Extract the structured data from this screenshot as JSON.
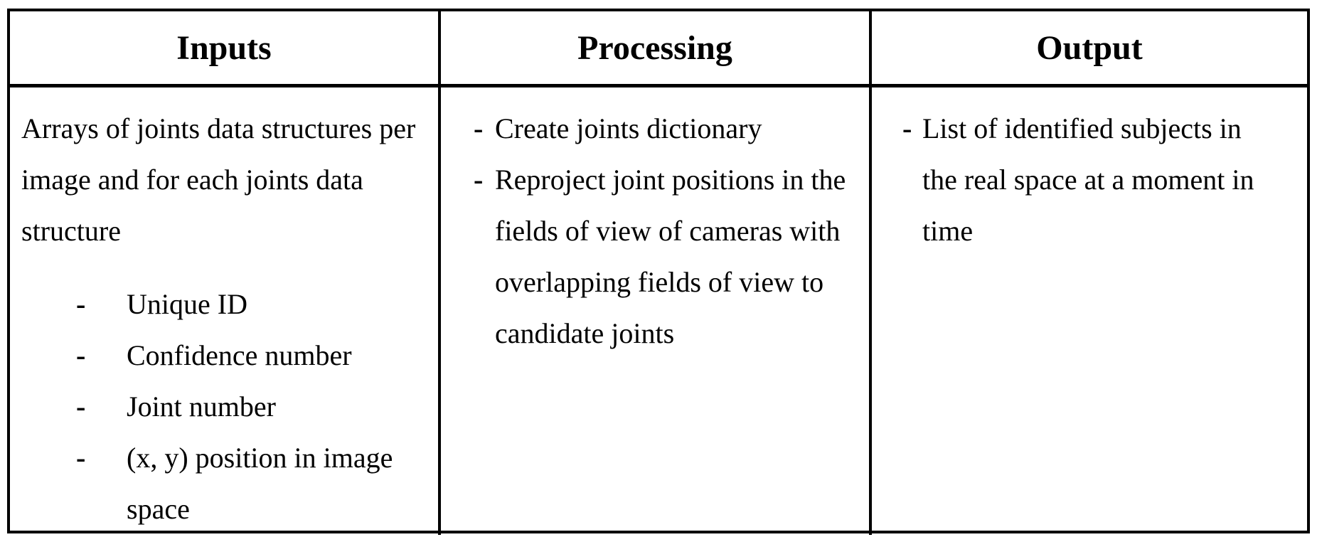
{
  "bullet_marker": "-",
  "colors": {
    "border": "#000000",
    "text": "#000000",
    "background": "#ffffff"
  },
  "table": {
    "columns": [
      {
        "header": "Inputs",
        "intro": "Arrays of joints data structures per image and for each joints data structure",
        "bullets": [
          "Unique ID",
          "Confidence number",
          "Joint number",
          "(x, y) position in image space"
        ]
      },
      {
        "header": "Processing",
        "bullets": [
          "Create joints dictionary",
          "Reproject joint positions in the fields of view of cameras with overlapping fields of view to candidate joints"
        ]
      },
      {
        "header": "Output",
        "bullets": [
          "List of identified subjects in the real space at a moment in time"
        ]
      }
    ]
  }
}
